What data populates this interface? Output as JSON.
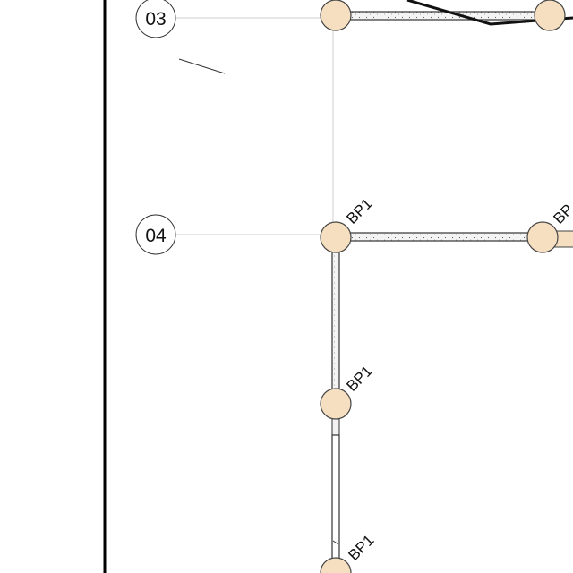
{
  "grid_bubbles": [
    {
      "id": "03",
      "label": "03"
    },
    {
      "id": "04",
      "label": "04"
    }
  ],
  "tags": {
    "bp1_a": "BP1",
    "bp1_b": "BP",
    "bp1_c": "BP1",
    "bp1_d": "BP1"
  },
  "colors": {
    "column_fill": "#f6dfc0",
    "column_stroke": "#444444",
    "gridline": "#cccccc",
    "wall_fill": "#f3f3f3",
    "wall_stroke": "#333333",
    "border": "#000000"
  }
}
